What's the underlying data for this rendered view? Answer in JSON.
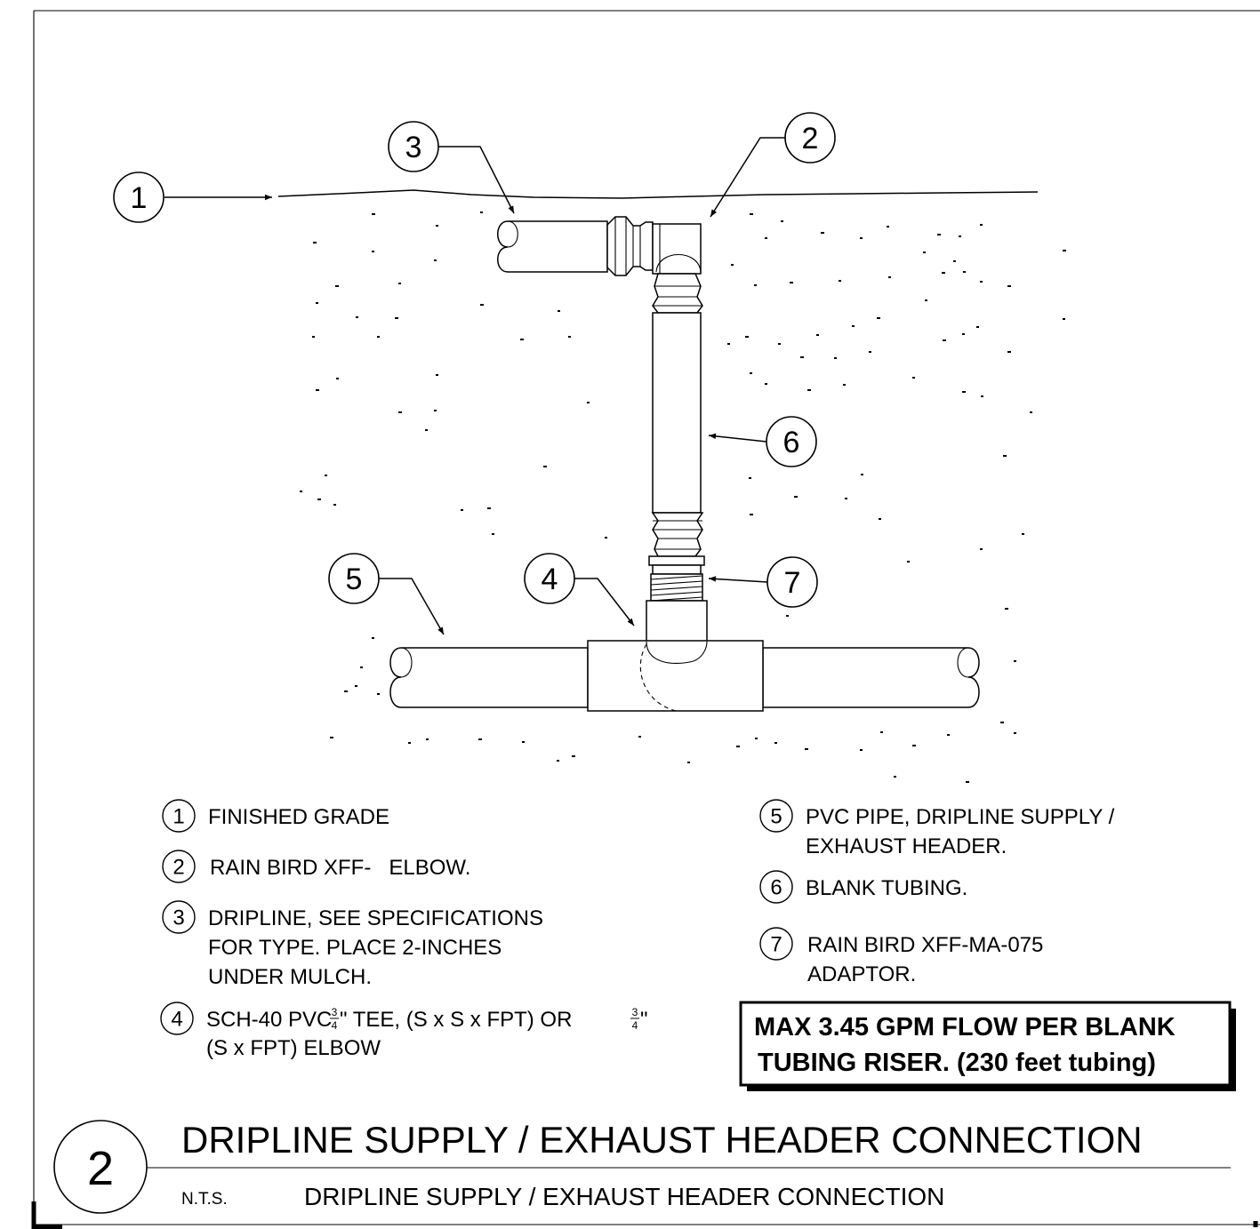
{
  "diagram": {
    "callouts": [
      {
        "number": "1"
      },
      {
        "number": "2"
      },
      {
        "number": "3"
      },
      {
        "number": "4"
      },
      {
        "number": "5"
      },
      {
        "number": "6"
      },
      {
        "number": "7"
      }
    ]
  },
  "notes": {
    "left": [
      {
        "number": "1",
        "lines": [
          "FINISHED GRADE"
        ]
      },
      {
        "number": "2",
        "lines": [
          "RAIN BIRD XFF-   ELBOW."
        ]
      },
      {
        "number": "3",
        "lines": [
          "DRIPLINE, SEE SPECIFICATIONS",
          "FOR TYPE. PLACE 2-INCHES",
          "UNDER MULCH."
        ]
      },
      {
        "number": "4",
        "line1_a": "SCH-40 PVC",
        "line1_b": "\" TEE, (S x S x FPT) OR",
        "line1_c": "\"",
        "line2": "(S x FPT) ELBOW",
        "frac_num": "3",
        "frac_den": "4"
      }
    ],
    "right": [
      {
        "number": "5",
        "lines": [
          "PVC PIPE, DRIPLINE SUPPLY /",
          "EXHAUST HEADER."
        ]
      },
      {
        "number": "6",
        "lines": [
          "BLANK TUBING."
        ]
      },
      {
        "number": "7",
        "lines": [
          "RAIN BIRD XFF-MA-075",
          "ADAPTOR."
        ]
      }
    ]
  },
  "flow_box": {
    "line1": "MAX 3.45 GPM FLOW PER BLANK",
    "line2": "TUBING RISER. (230 feet tubing)"
  },
  "title_block": {
    "detail_number": "2",
    "title": "DRIPLINE SUPPLY / EXHAUST HEADER CONNECTION",
    "scale": "N.T.S.",
    "subtitle": "DRIPLINE SUPPLY / EXHAUST HEADER CONNECTION"
  }
}
